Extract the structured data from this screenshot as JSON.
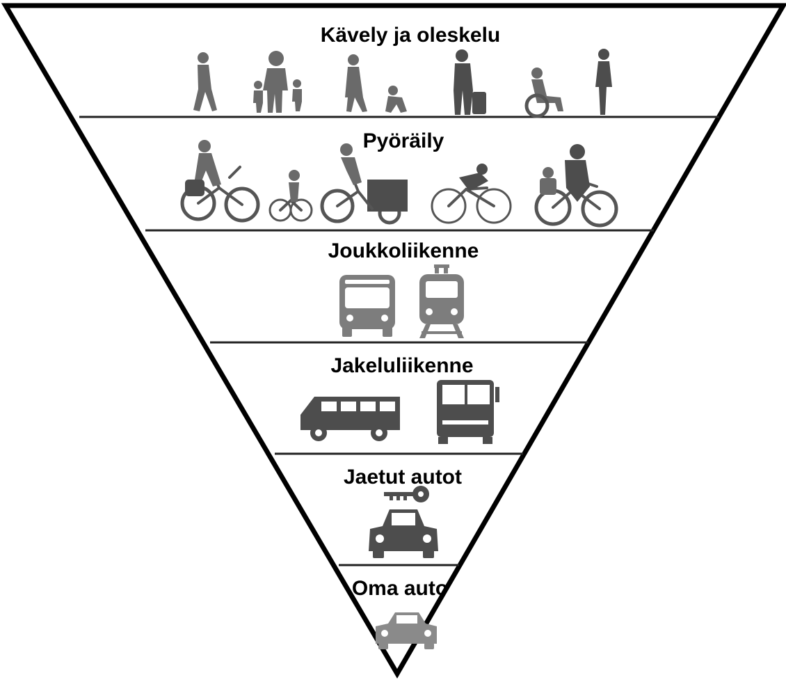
{
  "tiers": [
    {
      "label": "Kävely ja oleskelu",
      "icons": [
        "pedestrian-walking-icon",
        "parent-with-children-icon",
        "woman-walking-icon",
        "crouching-child-icon",
        "traveller-with-luggage-icon",
        "wheelchair-user-icon",
        "standing-person-icon"
      ]
    },
    {
      "label": "Pyöräily",
      "icons": [
        "cyclist-with-child-seat-icon",
        "child-cyclist-icon",
        "cargo-bike-icon",
        "road-cyclist-icon",
        "cyclist-with-passenger-icon"
      ]
    },
    {
      "label": "Joukkoliikenne",
      "icons": [
        "bus-front-icon",
        "tram-front-icon"
      ]
    },
    {
      "label": "Jakeluliikenne",
      "icons": [
        "van-icon",
        "coach-bus-icon"
      ]
    },
    {
      "label": "Jaetut autot",
      "icons": [
        "key-icon",
        "car-front-icon"
      ]
    },
    {
      "label": "Oma auto",
      "icons": [
        "car-front-light-icon"
      ]
    }
  ],
  "colors": {
    "outline": "#000000",
    "divider": "#222222",
    "icon": "#5a5a5a",
    "background": "#ffffff"
  }
}
